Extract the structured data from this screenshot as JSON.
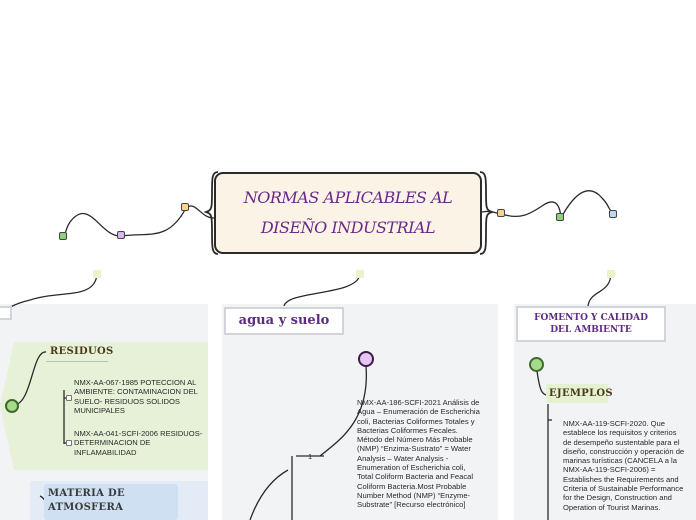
{
  "central": {
    "line1": "NORMAS APLICABLES AL",
    "line2": "DISEÑO INDUSTRIAL"
  },
  "topics": {
    "agua_suelo": "agua y suelo",
    "fomento": {
      "line1": "FOMENTO Y CALIDAD",
      "line2": "DEL AMBIENTE"
    }
  },
  "residuos": {
    "label": "RESIDUOS",
    "items": [
      [
        "NMX-AA-067-1985 POTECCION AL",
        "AMBIENTE: CONTAMINACION DEL",
        "SUELO- RESIDUOS SOLIDOS",
        "MUNICIPALES"
      ],
      [
        "NMX-AA-041-SCFI-2006 RESIDUOS-",
        "DETERMINACION DE",
        "INFLAMABILIDAD"
      ]
    ]
  },
  "materia": {
    "line1": "MATERIA DE",
    "line2": "ATMOSFERA"
  },
  "agua_note": {
    "number": "1",
    "lines": [
      "NMX-AA-186-SCFI-2021 Análisis de",
      "Agua – Enumeración de Escherichia",
      "coli, Bacterias Coliformes Totales y",
      "Bacterias Coliformes Fecales.",
      "Método del Número Más Probable",
      "(NMP) “Enzima-Sustrato” = Water",
      "Analysis – Water Analysis -",
      "Enumeration of Escherichia coli,",
      "Total Coliform Bacteria and Feacal",
      "Coliform Bacteria.Most Probable",
      "Number Method (NMP) “Enzyme-",
      "Substrate” [Recurso electrónico]"
    ]
  },
  "ejemplos": {
    "label": "EJEMPLOS",
    "lines": [
      "NMX-AA-119-SCFI-2020. Que",
      "establece los requisitos y criterios",
      "de desempeño sustentable para el",
      "diseño, construcción y operación de",
      "marinas turísticas (CANCELA a la",
      "NMX-AA-119-SCFI-2006) =",
      "Establishes the Requirements and",
      "Criteria of Sustainable Performance",
      "for the Design, Construction and",
      "Operation of Tourist Marinas."
    ]
  }
}
